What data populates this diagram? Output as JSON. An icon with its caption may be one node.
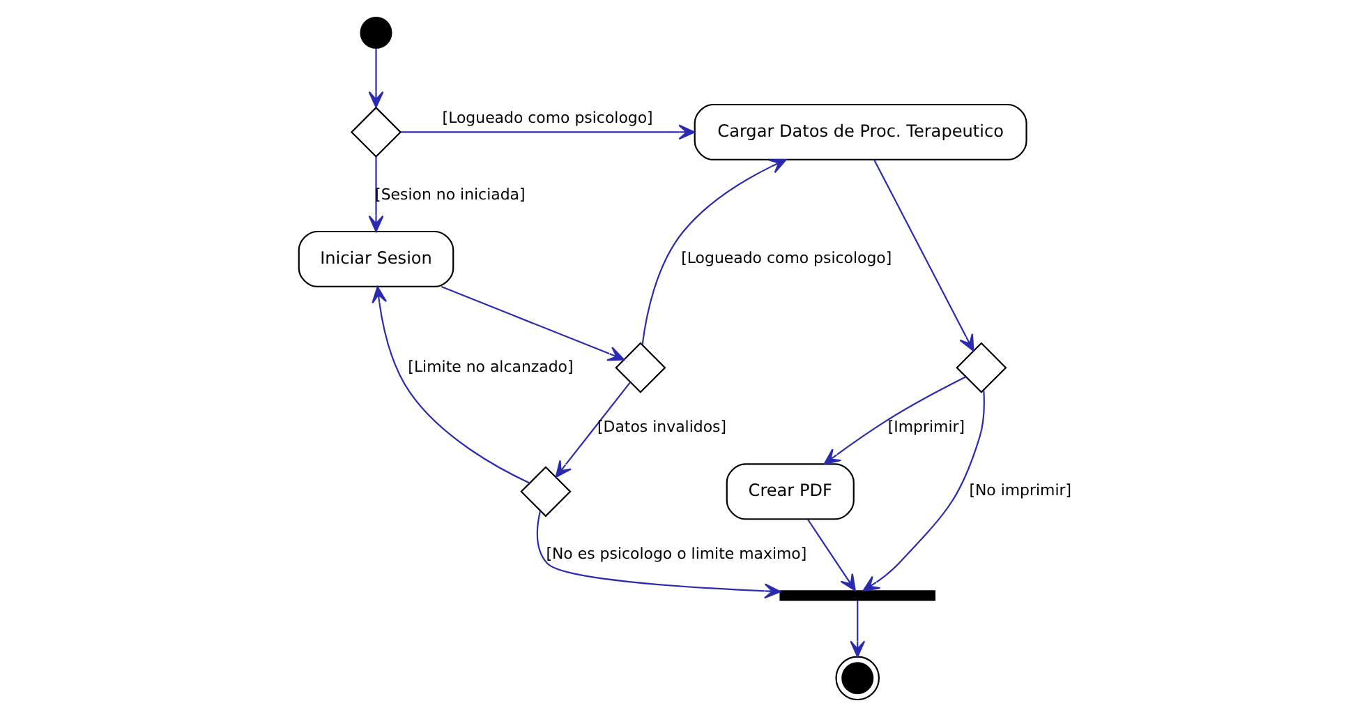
{
  "diagram": {
    "nodes": [
      {
        "text": [],
        "shape": "circle"
      },
      {
        "text": [],
        "shape": "diamond"
      },
      {
        "text": [
          "Cargar Datos de Proc. Terapeutico"
        ]
      },
      {
        "text": [
          "Iniciar Sesion"
        ]
      },
      {
        "text": [],
        "shape": "diamond"
      },
      {
        "text": [],
        "shape": "diamond"
      },
      {
        "text": [],
        "shape": "diamond"
      },
      {
        "text": [
          "Crear PDF"
        ]
      },
      {
        "text": [],
        "shape": "bar"
      },
      {
        "text": [],
        "shape": "circle"
      }
    ],
    "edges": [
      {
        "from": 0,
        "to": 1,
        "arrow": "to"
      },
      {
        "from": 1,
        "to": 2,
        "arrow": "to",
        "label": "[Logueado como psicologo]"
      },
      {
        "from": 1,
        "to": 3,
        "arrow": "to",
        "label": "[Sesion no iniciada]"
      },
      {
        "from": 3,
        "to": 4,
        "arrow": "to"
      },
      {
        "from": 4,
        "to": 2,
        "arrow": "to",
        "label": "[Logueado como psicologo]"
      },
      {
        "from": 4,
        "to": 5,
        "arrow": "to",
        "label": "[Datos invalidos]"
      },
      {
        "from": 5,
        "to": 3,
        "arrow": "to",
        "label": "[Limite no alcanzado]"
      },
      {
        "from": 5,
        "to": 8,
        "arrow": "to",
        "label": "[No es psicologo o limite maximo]"
      },
      {
        "from": 2,
        "to": 6,
        "arrow": "to"
      },
      {
        "from": 6,
        "to": 7,
        "arrow": "to",
        "label": "[Imprimir]"
      },
      {
        "from": 6,
        "to": 8,
        "arrow": "to",
        "label": "[No imprimir]"
      },
      {
        "from": 7,
        "to": 8,
        "arrow": "to"
      },
      {
        "from": 8,
        "to": 9,
        "arrow": "to"
      }
    ]
  }
}
